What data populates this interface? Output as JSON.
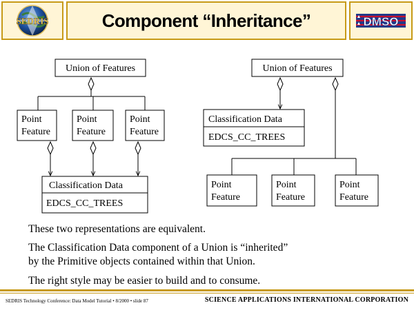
{
  "header": {
    "title": "Component “Inheritance”",
    "left_logo_text": "SEDRIS",
    "right_logo_text": "DMSO"
  },
  "diagram": {
    "left": {
      "union_label": "Union of Features",
      "features": [
        {
          "line1": "Point",
          "line2": "Feature"
        },
        {
          "line1": "Point",
          "line2": "Feature"
        },
        {
          "line1": "Point",
          "line2": "Feature"
        }
      ],
      "class_title": "Classification Data",
      "class_value": "EDCS_CC_TREES"
    },
    "right": {
      "union_label": "Union of Features",
      "class_title": "Classification Data",
      "class_value": "EDCS_CC_TREES",
      "features": [
        {
          "line1": "Point",
          "line2": "Feature"
        },
        {
          "line1": "Point",
          "line2": "Feature"
        },
        {
          "line1": "Point",
          "line2": "Feature"
        }
      ]
    }
  },
  "text": {
    "line1": "These two representations are equivalent.",
    "line2a": "The Classification Data component of a Union is “inherited”",
    "line2b": "by the Primitive objects contained within that Union.",
    "line3": "The right style may be easier to build and to consume."
  },
  "footer": {
    "left": "SEDRIS Technology Conference: Data Model Tutorial • 8/2000 • slide 87",
    "right": "SCIENCE APPLICATIONS INTERNATIONAL CORPORATION"
  },
  "colors": {
    "gold": "#c79a17",
    "cream": "#fff5d6",
    "dmso_blue": "#1f3a8a",
    "dmso_red": "#c8102e"
  }
}
